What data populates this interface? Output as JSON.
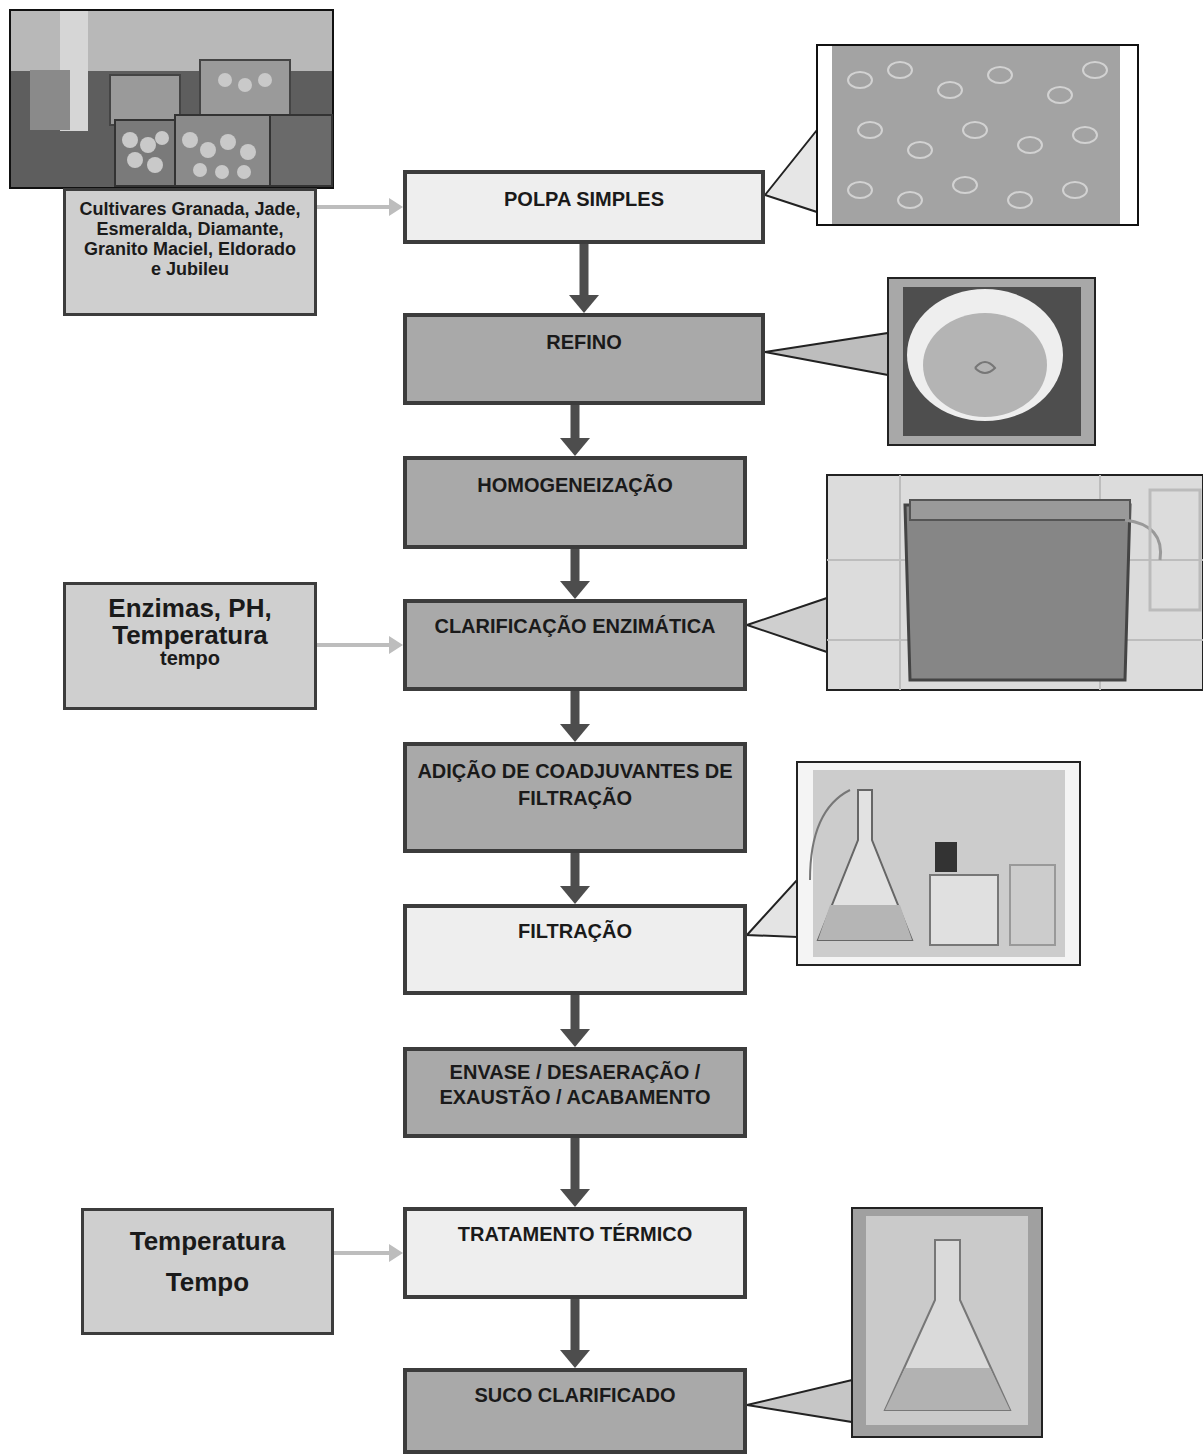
{
  "diagram": {
    "nodes": [
      {
        "text": [
          "Cultivares Granada, Jade, Esmeralda, Diamante, Granito Maciel, Eldorado e Jubileu"
        ]
      },
      {
        "text": [
          "POLPA SIMPLES"
        ]
      },
      {
        "text": [
          "REFINO"
        ]
      },
      {
        "text": [
          "HOMOGENEIZAÇÃO"
        ]
      },
      {
        "text": [
          "Enzimas, PH, Temperatura",
          "tempo"
        ]
      },
      {
        "text": [
          "CLARIFICAÇÃO ENZIMÁTICA"
        ]
      },
      {
        "text": [
          "ADIÇÃO DE COADJUVANTES DE FILTRAÇÃO"
        ]
      },
      {
        "text": [
          "FILTRAÇÃO"
        ]
      },
      {
        "text": [
          "ENVASE / DESAERAÇÃO / EXAUSTÃO / ACABAMENTO"
        ]
      },
      {
        "text": [
          "Temperatura",
          "Tempo"
        ]
      },
      {
        "text": [
          "TRATAMENTO TÉRMICO"
        ]
      },
      {
        "text": [
          "SUCO CLARIFICADO"
        ]
      }
    ],
    "edges": [
      {
        "from": 0,
        "to": 1,
        "arrow": "to"
      },
      {
        "from": 1,
        "to": 2,
        "arrow": "to"
      },
      {
        "from": 2,
        "to": 3,
        "arrow": "to"
      },
      {
        "from": 3,
        "to": 5,
        "arrow": "to"
      },
      {
        "from": 4,
        "to": 5,
        "arrow": "to"
      },
      {
        "from": 5,
        "to": 6,
        "arrow": "to"
      },
      {
        "from": 6,
        "to": 7,
        "arrow": "to"
      },
      {
        "from": 7,
        "to": 8,
        "arrow": "to"
      },
      {
        "from": 8,
        "to": 10,
        "arrow": "to"
      },
      {
        "from": 9,
        "to": 10,
        "arrow": "to"
      },
      {
        "from": 10,
        "to": 11,
        "arrow": "to"
      }
    ]
  }
}
